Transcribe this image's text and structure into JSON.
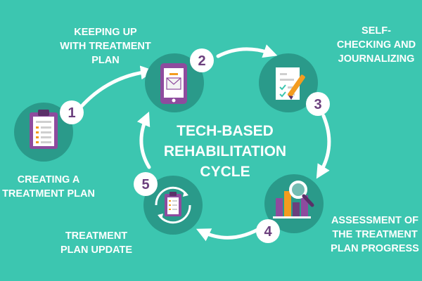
{
  "diagram": {
    "title_lines": [
      "TECH-BASED",
      "REHABILITATION",
      "CYCLE"
    ],
    "steps": [
      {
        "number": "1",
        "label_lines": [
          "CREATING A",
          "TREATMENT PLAN"
        ],
        "icon": "clipboard-icon"
      },
      {
        "number": "2",
        "label_lines": [
          "KEEPING UP",
          "WITH TREATMENT",
          "PLAN"
        ],
        "icon": "tablet-mail-icon"
      },
      {
        "number": "3",
        "label_lines": [
          "SELF-",
          "CHECKING AND",
          "JOURNALIZING"
        ],
        "icon": "checklist-pen-icon"
      },
      {
        "number": "4",
        "label_lines": [
          "ASSESSMENT OF",
          "THE TREATMENT",
          "PLAN PROGRESS"
        ],
        "icon": "bar-chart-magnifier-icon"
      },
      {
        "number": "5",
        "label_lines": [
          "TREATMENT",
          "PLAN UPDATE"
        ],
        "icon": "clipboard-refresh-icon"
      }
    ],
    "colors": {
      "background": "#3cc6b0",
      "node_fill": "#2a9a8a",
      "badge_fill": "#ffffff",
      "number_color": "#6b3f7d",
      "accent_purple": "#8e4b9e",
      "accent_orange": "#f39c1f",
      "text": "#ffffff"
    }
  }
}
